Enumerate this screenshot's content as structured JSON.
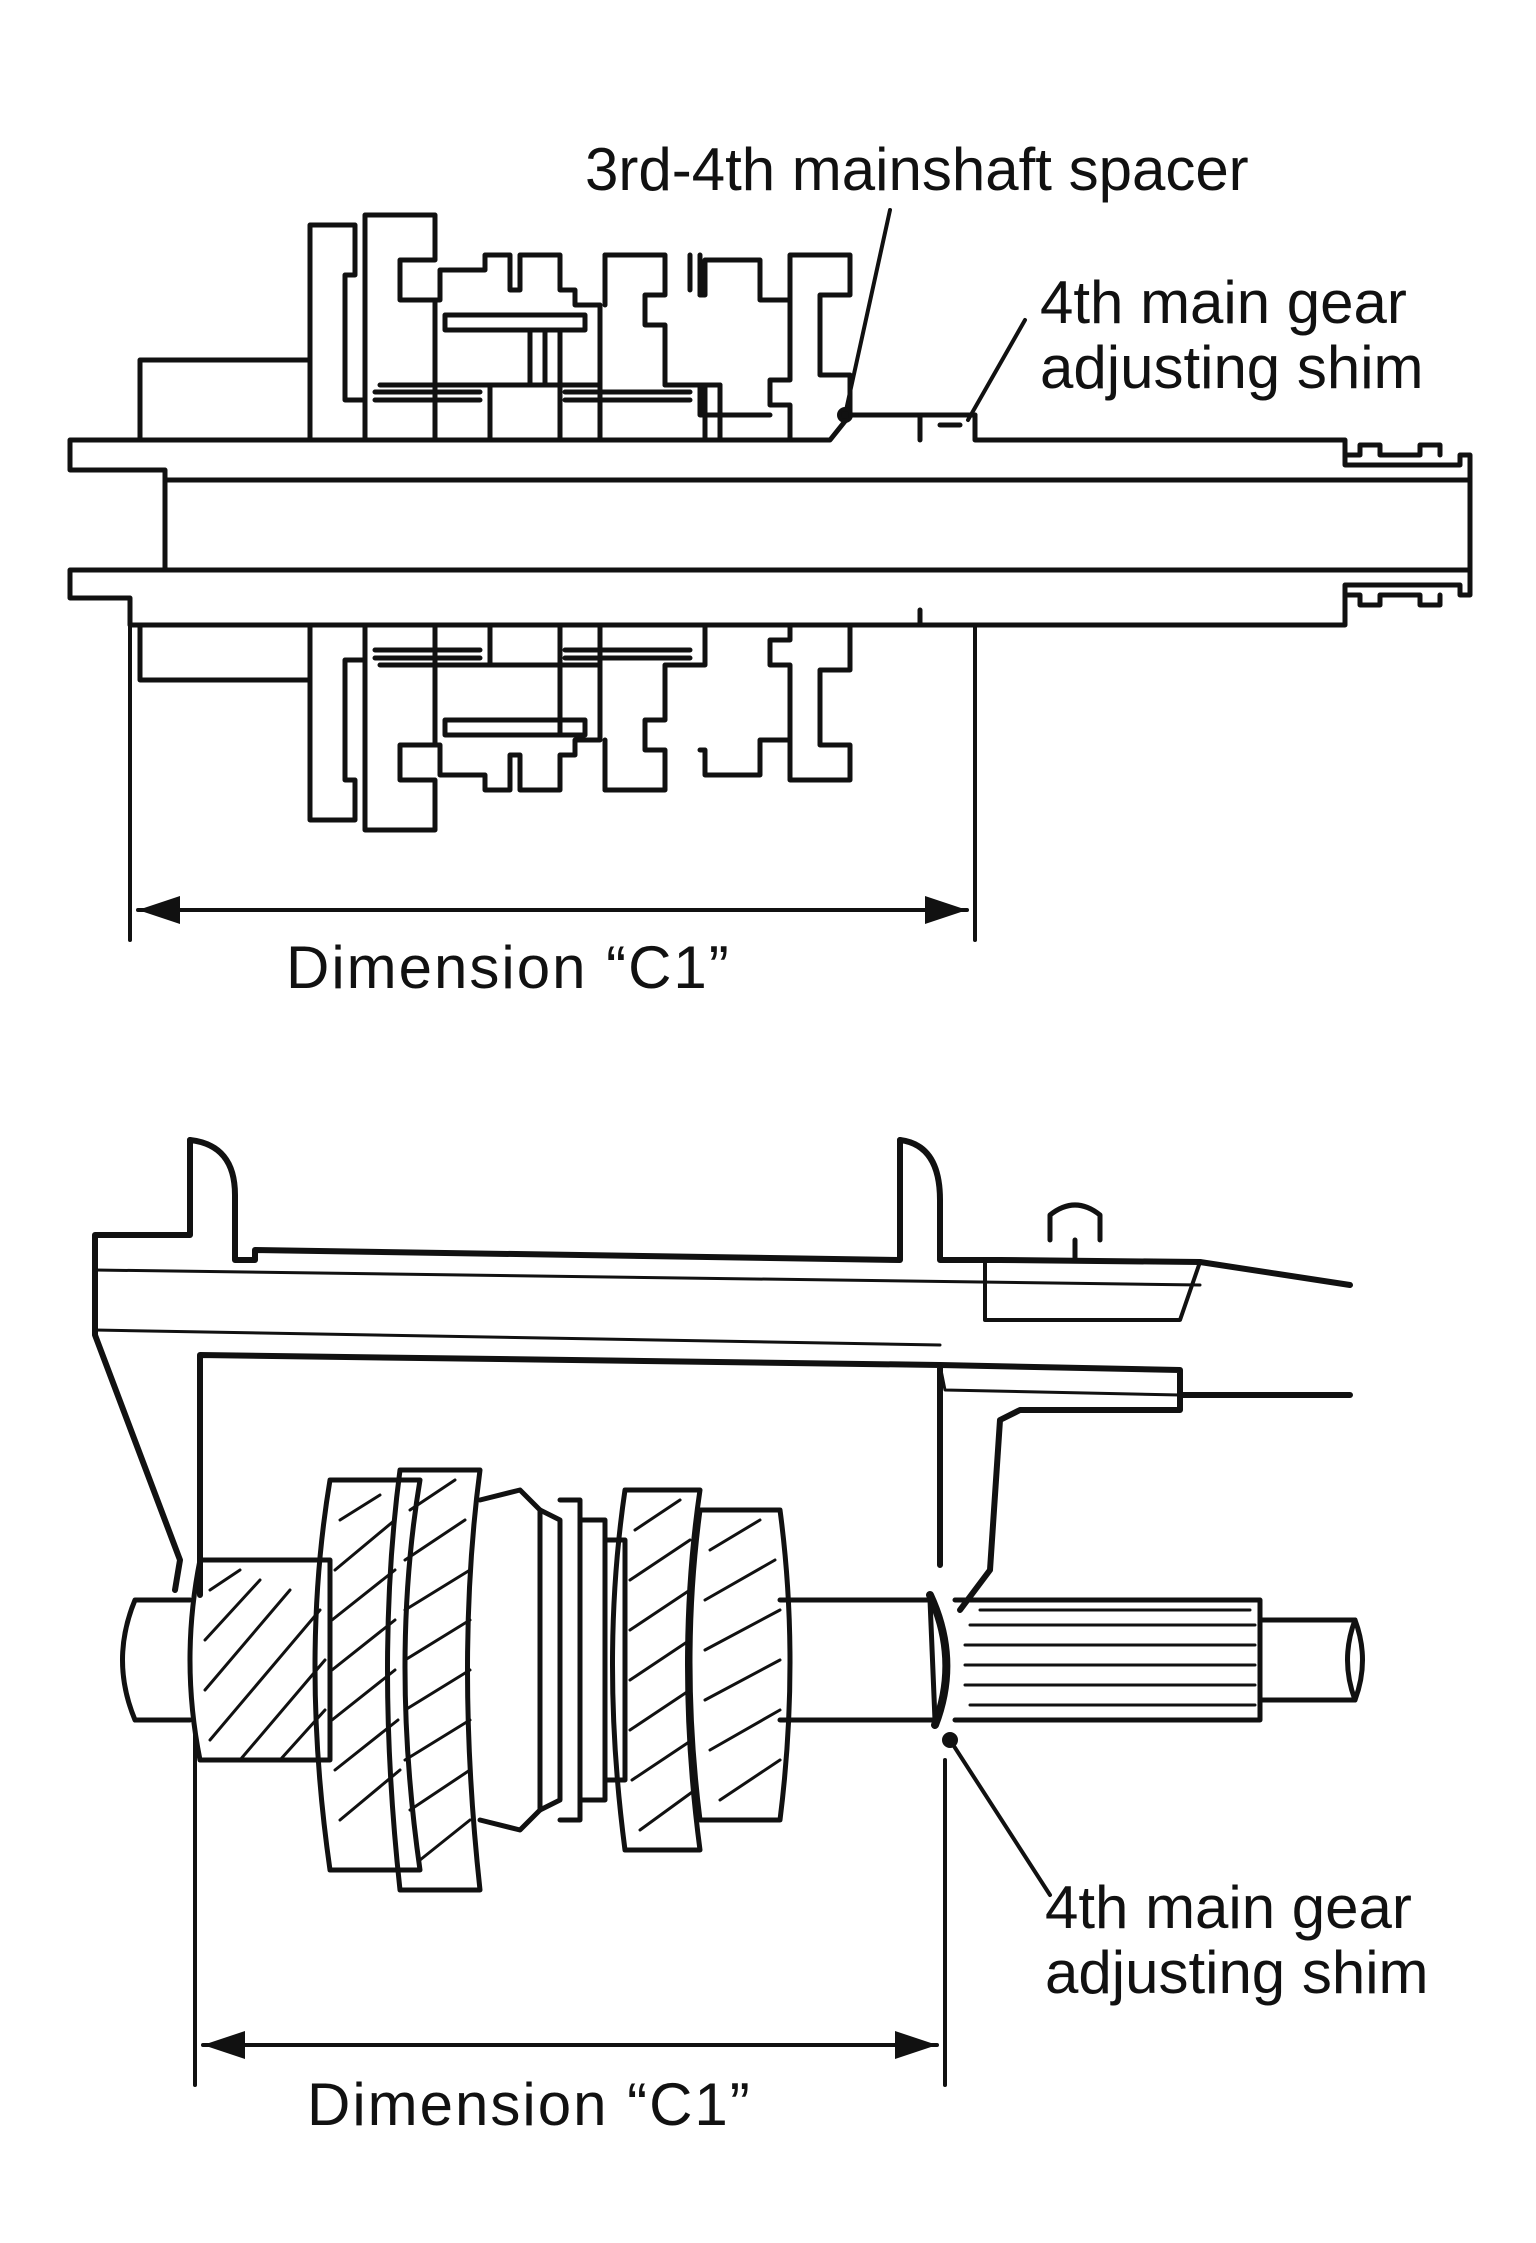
{
  "figure": {
    "top": {
      "spacer_label": "3rd-4th mainshaft spacer",
      "shim_label_line1": "4th main gear",
      "shim_label_line2": "adjusting shim",
      "dimension_label": "Dimension “C1”"
    },
    "bottom": {
      "shim_label_line1": "4th main gear",
      "shim_label_line2": "adjusting shim",
      "dimension_label": "Dimension “C1”"
    },
    "ink_color": "#111111",
    "background_color": "#ffffff"
  }
}
